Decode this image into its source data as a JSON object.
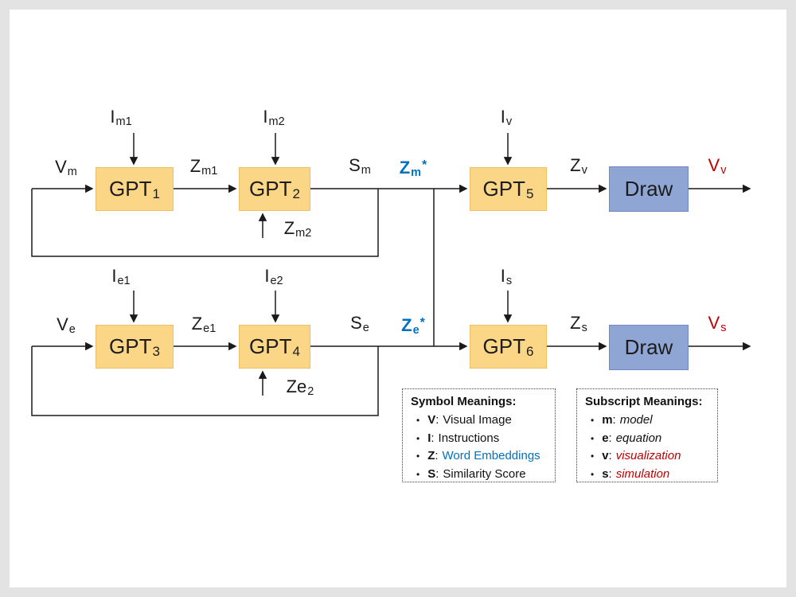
{
  "bullet": "•",
  "colon": ":",
  "diagram": {
    "labels": {
      "v_m": {
        "main": "V",
        "sub": "m"
      },
      "i_m1": {
        "main": "I",
        "sub": "m1"
      },
      "gpt1": {
        "main": "GPT",
        "sub": "1"
      },
      "z_m1": {
        "main": "Z",
        "sub": "m1"
      },
      "i_m2": {
        "main": "I",
        "sub": "m2"
      },
      "gpt2": {
        "main": "GPT",
        "sub": "2"
      },
      "z_m2": {
        "main": "Z",
        "sub": "m2"
      },
      "s_m": {
        "main": "S",
        "sub": "m"
      },
      "z_m_star": {
        "main": "Z",
        "sub": "m",
        "sup": "*"
      },
      "i_v": {
        "main": "I",
        "sub": "v"
      },
      "gpt5": {
        "main": "GPT",
        "sub": "5"
      },
      "z_v": {
        "main": "Z",
        "sub": "v"
      },
      "draw_top": {
        "main": "Draw"
      },
      "v_v": {
        "main": "V",
        "sub": "v"
      },
      "v_e": {
        "main": "V",
        "sub": "e"
      },
      "i_e1": {
        "main": "I",
        "sub": "e1"
      },
      "gpt3": {
        "main": "GPT",
        "sub": "3"
      },
      "z_e1": {
        "main": "Z",
        "sub": "e1"
      },
      "i_e2": {
        "main": "I",
        "sub": "e2"
      },
      "gpt4": {
        "main": "GPT",
        "sub": "4"
      },
      "ze2": {
        "main": "Ze",
        "sub": "2"
      },
      "s_e": {
        "main": "S",
        "sub": "e"
      },
      "z_e_star": {
        "main": "Z",
        "sub": "e",
        "sup": "*"
      },
      "i_s": {
        "main": "I",
        "sub": "s"
      },
      "gpt6": {
        "main": "GPT",
        "sub": "6"
      },
      "z_s": {
        "main": "Z",
        "sub": "s"
      },
      "draw_bottom": {
        "main": "Draw"
      },
      "v_s": {
        "main": "V",
        "sub": "s"
      }
    },
    "colors": {
      "gpt_box_fill": "#FBD687",
      "draw_box_fill": "#8FA6D4",
      "embedding_blue": "#0070C0",
      "output_red": "#C00000"
    }
  },
  "legend_symbols": {
    "title": "Symbol Meanings:",
    "items": [
      {
        "symbol": "V",
        "desc": "Visual Image"
      },
      {
        "symbol": "I",
        "desc": "Instructions"
      },
      {
        "symbol": "Z",
        "desc": "Word Embeddings"
      },
      {
        "symbol": "S",
        "desc": "Similarity Score"
      }
    ]
  },
  "legend_subscripts": {
    "title": "Subscript Meanings:",
    "items": [
      {
        "symbol": "m",
        "desc": "model"
      },
      {
        "symbol": "e",
        "desc": "equation"
      },
      {
        "symbol": "v",
        "desc": "visualization"
      },
      {
        "symbol": "s",
        "desc": "simulation"
      }
    ]
  }
}
